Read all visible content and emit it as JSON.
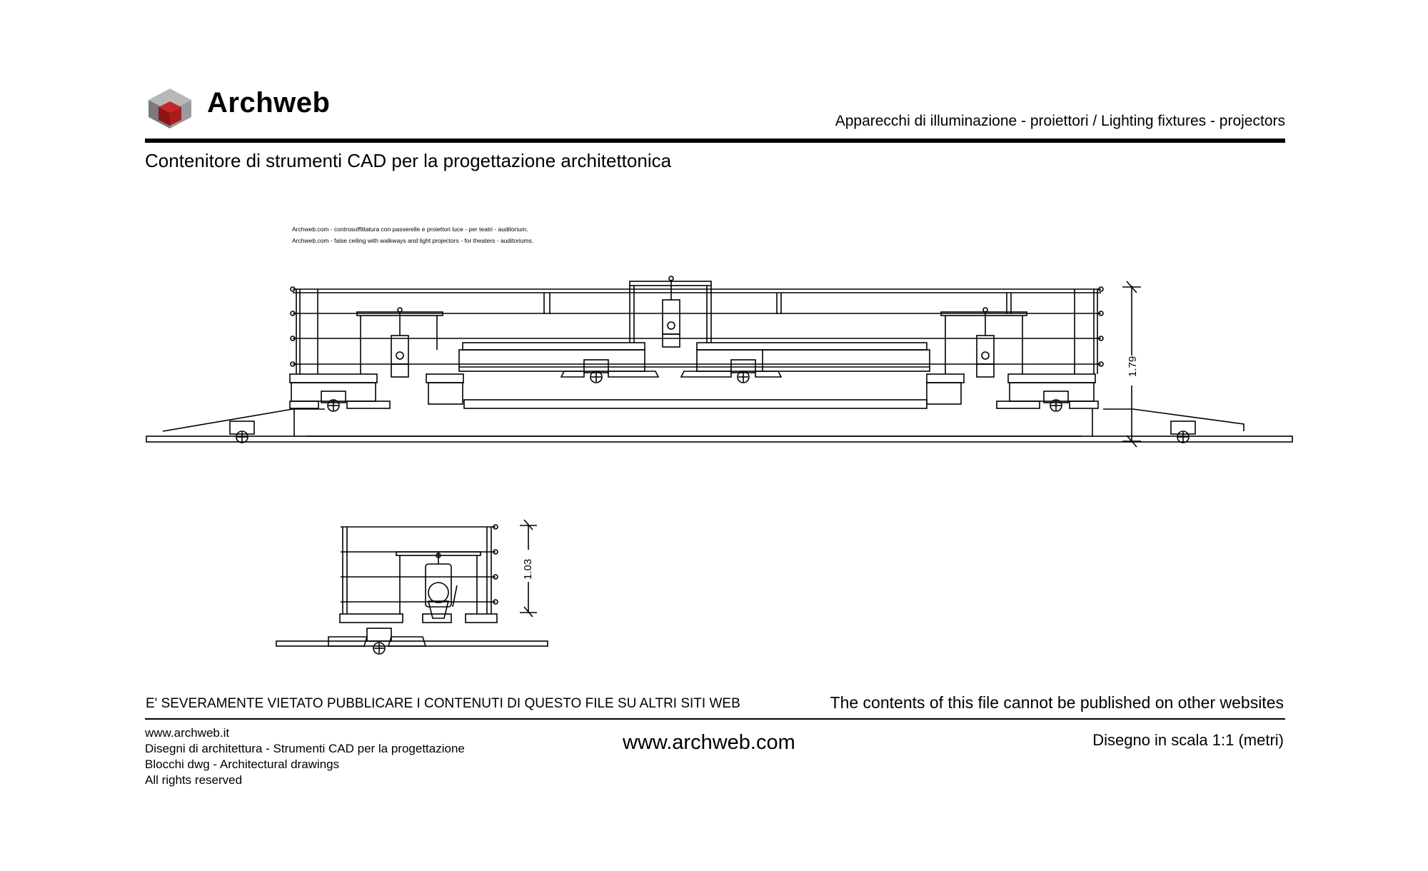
{
  "header": {
    "logo_text": "Archweb",
    "category": "Apparecchi di illuminazione - proiettori  /  Lighting fixtures - projectors",
    "subtitle": "Contenitore di strumenti CAD per la progettazione architettonica"
  },
  "drawing": {
    "caption_it": "Archweb.com - controsoffittatura con passerelle e proiettori luce - per teatri - auditorium.",
    "caption_en": "Archweb.com - false ceiling with walkways and light projectors - for theaters - auditoriums.",
    "dimension_main": "1.79",
    "dimension_section": "1.03"
  },
  "footer": {
    "warning_it": "E' SEVERAMENTE VIETATO PUBBLICARE I CONTENUTI DI QUESTO FILE SU ALTRI SITI WEB",
    "warning_en": "The contents of this file cannot be published on other websites",
    "lines": [
      "www.archweb.it",
      "Disegni di architettura - Strumenti CAD  per la progettazione",
      "Blocchi dwg - Architectural drawings",
      "All rights reserved"
    ],
    "website": "www.archweb.com",
    "scale": "Disegno in scala 1:1 (metri)"
  },
  "colors": {
    "logo_red": "#a81c1c",
    "logo_gray": "#8a8a8a",
    "ink": "#000000"
  },
  "icons": [
    "archweb-cube-logo-icon"
  ]
}
